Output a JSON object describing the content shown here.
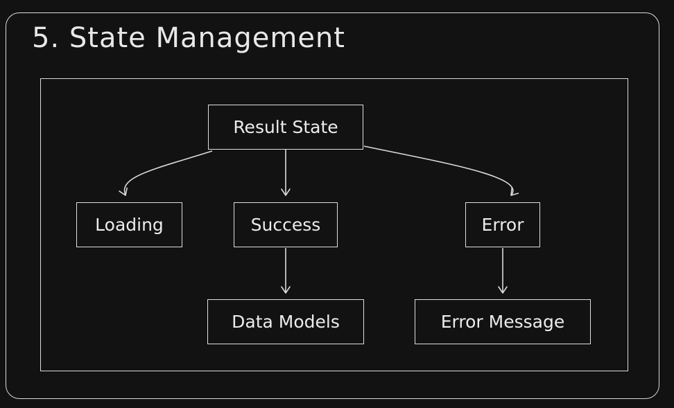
{
  "title": "5. State Management",
  "nodes": {
    "result_state": "Result State",
    "loading": "Loading",
    "success": "Success",
    "error": "Error",
    "data_models": "Data Models",
    "error_message": "Error Message"
  },
  "colors": {
    "background": "#121212",
    "stroke": "#dcdcdc",
    "text": "#ececec"
  }
}
